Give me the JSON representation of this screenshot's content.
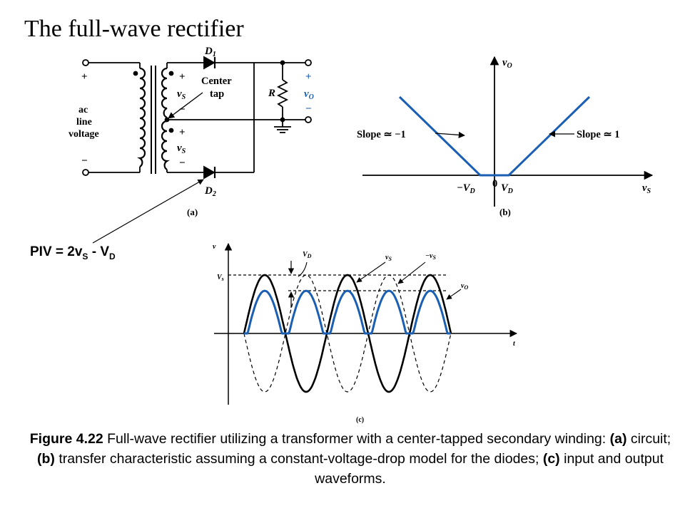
{
  "title": "The full-wave rectifier",
  "circuit": {
    "plus_in": "+",
    "minus_in": "−",
    "ac_line_voltage": [
      "ac",
      "line",
      "voltage"
    ],
    "plus_top": "+",
    "minus_top": "−",
    "plus_bot": "+",
    "minus_bot": "−",
    "vs_top": "v",
    "vs_top_sub": "S",
    "vs_bot": "v",
    "vs_bot_sub": "S",
    "center_tap": [
      "Center",
      "tap"
    ],
    "d1": "D",
    "d1_sub": "1",
    "d2": "D",
    "d2_sub": "2",
    "r": "R",
    "vo_plus": "+",
    "vo": "v",
    "vo_sub": "O",
    "vo_minus": "−",
    "panel_label": "(a)"
  },
  "transfer": {
    "y_label": "v",
    "y_label_sub": "O",
    "x_label": "v",
    "x_label_sub": "S",
    "slope_left": "Slope ≃ −1",
    "slope_right": "Slope ≃ 1",
    "minus_vd": "−V",
    "minus_vd_sub": "D",
    "zero": "0",
    "vd": "V",
    "vd_sub": "D",
    "panel_label": "(b)"
  },
  "waveforms": {
    "y_label": "v",
    "t_label": "t",
    "vs_peak": "V",
    "vs_peak_sub": "s",
    "vd_label": "V",
    "vd_label_sub": "D",
    "vs_label": "v",
    "vs_label_sub": "S",
    "neg_vs_label": "−v",
    "neg_vs_label_sub": "S",
    "vo_label": "v",
    "vo_label_sub": "O",
    "panel_label": "(c)",
    "color_output": "#1a5fb4"
  },
  "piv": {
    "prefix": "PIV = 2v",
    "sub1": "S",
    "mid": " - V",
    "sub2": "D"
  },
  "caption": {
    "fig": "Figure 4.22",
    "t1": " Full-wave rectifier utilizing a transformer with a center-tapped secondary winding: ",
    "a": "(a)",
    "t2": " circuit; ",
    "b": "(b)",
    "t3": " transfer characteristic assuming a constant-voltage-drop model for the diodes; ",
    "c": "(c)",
    "t4": " input and output waveforms."
  }
}
